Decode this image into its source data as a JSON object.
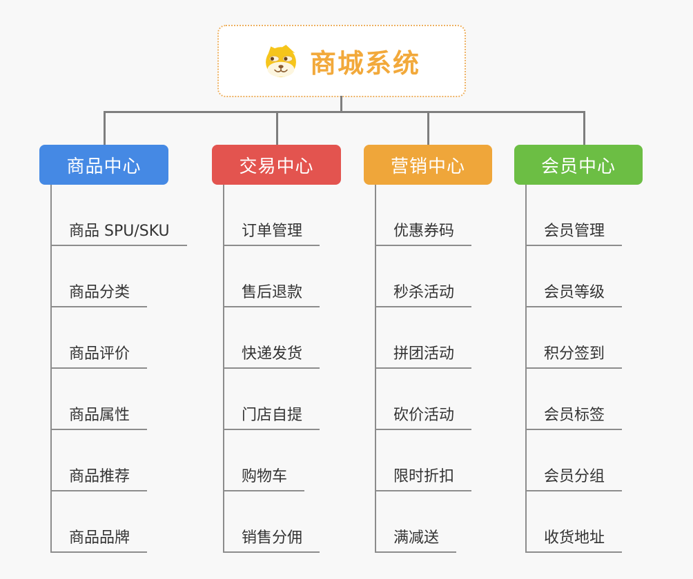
{
  "root": {
    "title": "商城系统",
    "icon": "doge-icon",
    "title_color": "#F2A93B",
    "border_color": "#EDAF5E",
    "background": "#FFFFFF"
  },
  "page_background": "#F8F8F8",
  "connector_color": "#7E7E7E",
  "topic_line_color": "#8C8C8C",
  "topic_text_color": "#333333",
  "branches": [
    {
      "label": "商品中心",
      "color": "#4589E4",
      "items": [
        "商品 SPU/SKU",
        "商品分类",
        "商品评价",
        "商品属性",
        "商品推荐",
        "商品品牌"
      ]
    },
    {
      "label": "交易中心",
      "color": "#E3544F",
      "items": [
        "订单管理",
        "售后退款",
        "快递发货",
        "门店自提",
        "购物车",
        "销售分佣"
      ]
    },
    {
      "label": "营销中心",
      "color": "#EFA63A",
      "items": [
        "优惠券码",
        "秒杀活动",
        "拼团活动",
        "砍价活动",
        "限时折扣",
        "满减送"
      ]
    },
    {
      "label": "会员中心",
      "color": "#6CBE44",
      "items": [
        "会员管理",
        "会员等级",
        "积分签到",
        "会员标签",
        "会员分组",
        "收货地址"
      ]
    }
  ]
}
